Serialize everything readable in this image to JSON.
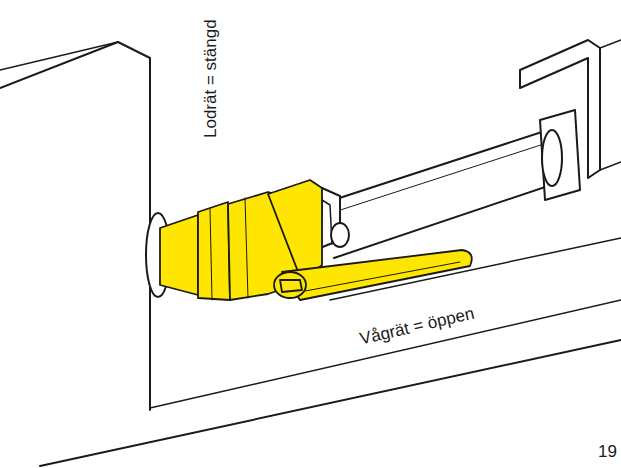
{
  "diagram": {
    "labels": [
      "Lodrät = stängd",
      "Vågrät = öppen",
      "19"
    ]
  }
}
